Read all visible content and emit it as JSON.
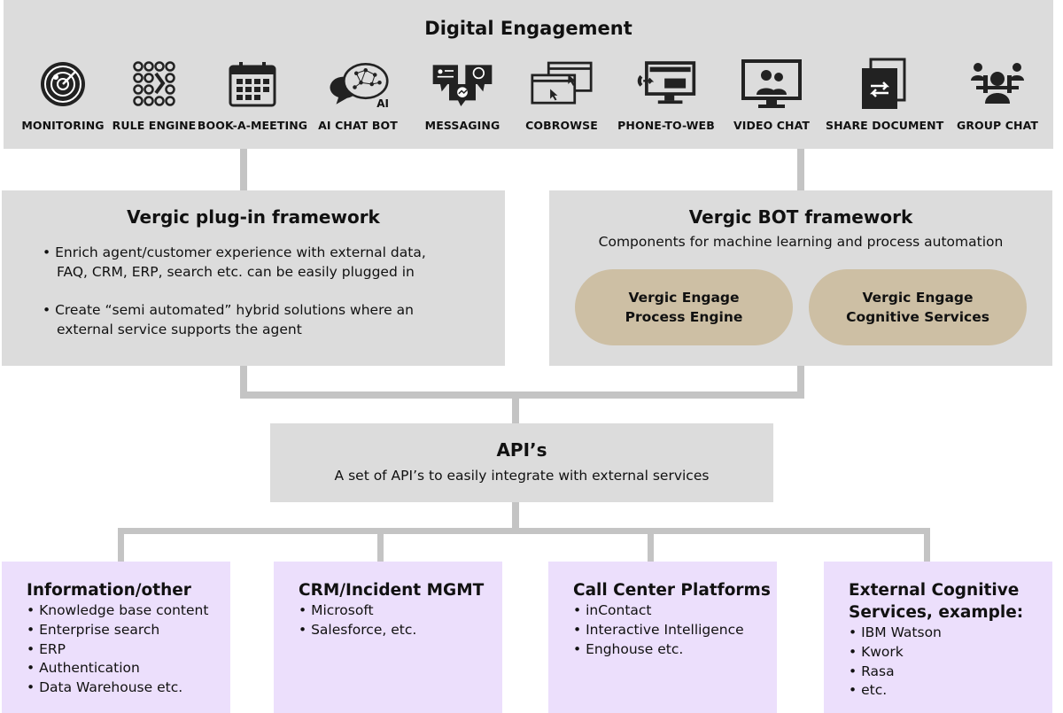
{
  "digital_engagement": {
    "title": "Digital Engagement",
    "channels": [
      {
        "label": "MONITORING",
        "icon": "radar-icon"
      },
      {
        "label": "RULE ENGINE",
        "icon": "rule-engine-icon"
      },
      {
        "label": "BOOK-A-MEETING",
        "icon": "calendar-icon"
      },
      {
        "label": "AI CHAT BOT",
        "icon": "ai-chat-bot-icon",
        "badge": "AI"
      },
      {
        "label": "MESSAGING",
        "icon": "messaging-icon"
      },
      {
        "label": "COBROWSE",
        "icon": "cobrowse-icon"
      },
      {
        "label": "PHONE-TO-WEB",
        "icon": "phone-to-web-icon"
      },
      {
        "label": "VIDEO CHAT",
        "icon": "video-chat-icon"
      },
      {
        "label": "SHARE DOCUMENT",
        "icon": "share-document-icon"
      },
      {
        "label": "GROUP CHAT",
        "icon": "group-chat-icon"
      }
    ]
  },
  "plugin_framework": {
    "title": "Vergic plug-in framework",
    "bullets": [
      {
        "line1": "Enrich agent/customer experience with external data,",
        "line2": "FAQ, CRM, ERP, search etc. can be easily plugged in"
      },
      {
        "line1": "Create “semi automated” hybrid solutions where an",
        "line2": "external service supports the agent"
      }
    ]
  },
  "bot_framework": {
    "title": "Vergic BOT framework",
    "subtitle": "Components for machine learning and process automation",
    "components": [
      {
        "line1": "Vergic Engage",
        "line2": "Process Engine"
      },
      {
        "line1": "Vergic Engage",
        "line2": "Cognitive Services"
      }
    ]
  },
  "apis": {
    "title": "API’s",
    "subtitle": "A set of API’s to easily integrate with external services"
  },
  "external_services": [
    {
      "heading": [
        "Information/other"
      ],
      "items": [
        "Knowledge base content",
        "Enterprise search",
        "ERP",
        "Authentication",
        "Data Warehouse etc."
      ]
    },
    {
      "heading": [
        "CRM/Incident MGMT"
      ],
      "items": [
        "Microsoft",
        "Salesforce, etc."
      ]
    },
    {
      "heading": [
        "Call Center Platforms"
      ],
      "items": [
        "inContact",
        "Interactive Intelligence",
        "Enghouse etc."
      ]
    },
    {
      "heading": [
        "External Cognitive",
        "Services, example:"
      ],
      "items": [
        "IBM Watson",
        "Kwork",
        "Rasa",
        "etc."
      ]
    }
  ],
  "colors": {
    "box": "#dcdcdc",
    "connector": "#c4c4c4",
    "pill": "#cdbfa4",
    "lavender": "#ecdffc"
  }
}
